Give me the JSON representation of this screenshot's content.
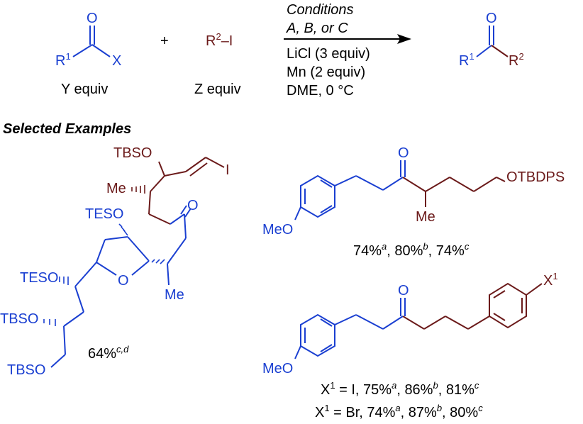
{
  "scheme": {
    "reactant1": {
      "r_label": "R",
      "r_sup": "1",
      "x_label": "X",
      "o_label": "O",
      "equiv": "Y equiv"
    },
    "plus": "+",
    "reactant2": {
      "label": "R",
      "sup": "2",
      "tail": "–I",
      "equiv": "Z equiv"
    },
    "conditions": {
      "title": "Conditions",
      "options": "A, B, or C",
      "line1": "LiCl (3 equiv)",
      "line2": "Mn (2 equiv)",
      "line3": "DME, 0 °C"
    },
    "product": {
      "r1": "R",
      "r1_sup": "1",
      "r2": "R",
      "r2_sup": "2",
      "o_label": "O"
    }
  },
  "section_title": "Selected Examples",
  "example1": {
    "tbso_top": "TBSO",
    "iodine": "I",
    "me_left": "Me",
    "teso_upper": "TESO",
    "ketone_o": "O",
    "teso_left": "TESO",
    "ring_o": "O",
    "me_bottom": "Me",
    "tbso_mid": "TBSO",
    "tbso_bottom": "TBSO",
    "yield": "64%",
    "yield_sup": "c,d"
  },
  "example2": {
    "ketone_o": "O",
    "otbdps": "OTBDPS",
    "meo": "MeO",
    "me": "Me",
    "y1": "74%",
    "s1": "a",
    "y2": "80%",
    "s2": "b",
    "y3": "74%",
    "s3": "c"
  },
  "example3": {
    "ketone_o": "O",
    "x_label": "X",
    "x_sup": "1",
    "meo": "MeO",
    "row1": {
      "x": "X",
      "xsup": "1",
      "eq": " = I, ",
      "y1": "75%",
      "s1": "a",
      "y2": "86%",
      "s2": "b",
      "y3": "81%",
      "s3": "c"
    },
    "row2": {
      "x": "X",
      "xsup": "1",
      "eq": " = Br, ",
      "y1": "74%",
      "s1": "a",
      "y2": "87%",
      "s2": "b",
      "y3": "80%",
      "s3": "c"
    }
  },
  "colors": {
    "blue": "#1a3fd1",
    "maroon": "#6b1a1a",
    "black": "#000000"
  }
}
